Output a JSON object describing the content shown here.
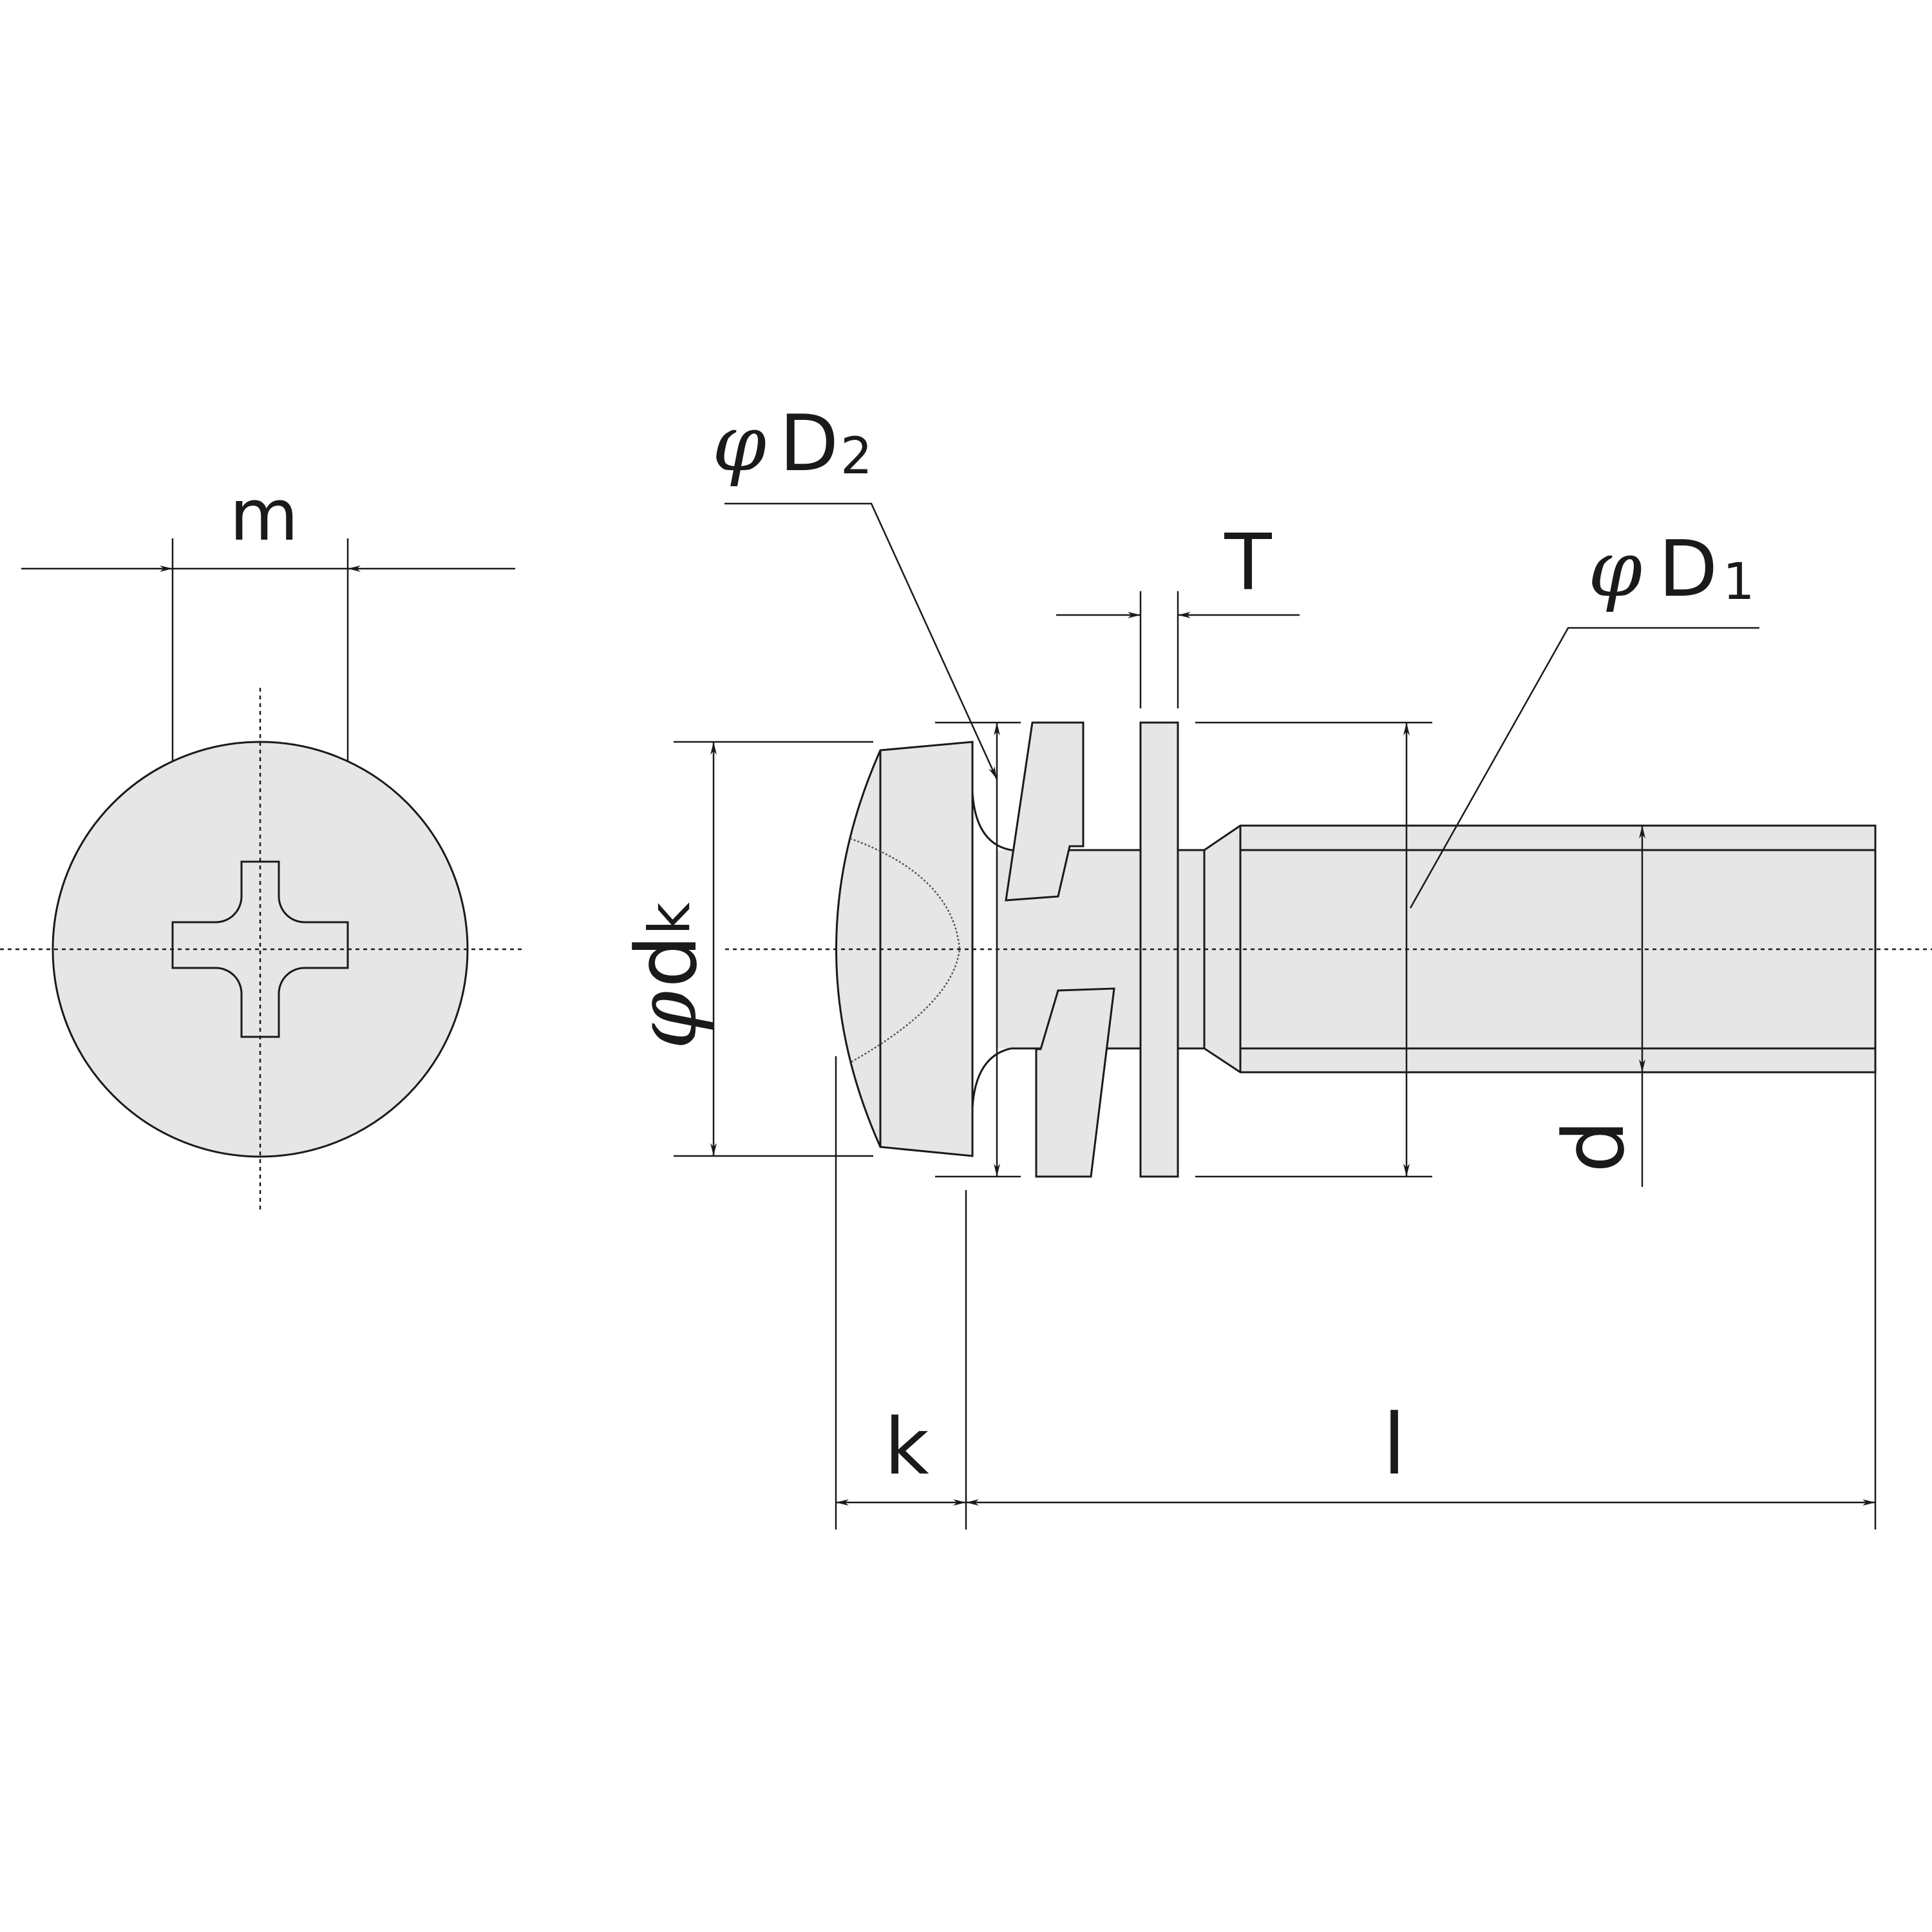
{
  "labels": {
    "m": "m",
    "phi_d2_symbol": "φ",
    "phi_d2_letter": "D",
    "phi_d2_sub": "2",
    "t": "T",
    "phi_d1_symbol": "φ",
    "phi_d1_letter": "D",
    "phi_d1_sub": "1",
    "phi_dk_symbol": "φ",
    "phi_dk_letter": "d",
    "phi_dk_sub": "k",
    "d": "d",
    "k": "k",
    "l": "l"
  },
  "colors": {
    "fill": "#e6e6e6",
    "stroke": "#1a1a1a",
    "background": "#ffffff"
  }
}
